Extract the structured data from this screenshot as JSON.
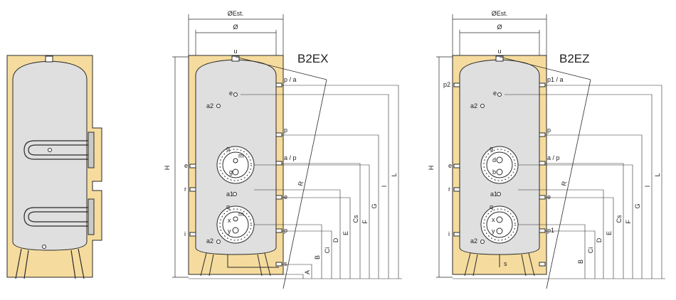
{
  "colors": {
    "insulation": "#f5dc9e",
    "tank": "#dfdfdf",
    "stroke": "#2a2a2a",
    "flange": "#c9c9c9"
  },
  "diagrams": {
    "b2ex": {
      "title": "B2EX",
      "dims_top": {
        "outer": "ØEst.",
        "inner": "Ø"
      },
      "labels": {
        "u": "u",
        "pa": "p / a",
        "e_top": "e",
        "a2": "a2",
        "p_mid": "p",
        "q1": "q",
        "m1": "m",
        "g1": "g",
        "ap": "a / p",
        "e_left": "e",
        "R": "R",
        "r": "r",
        "a1": "a1",
        "e_low": "e",
        "q2": "q",
        "m2": "m",
        "x": "x",
        "y": "y",
        "p_low": "p",
        "i": "i",
        "a2_low": "a2",
        "s": "s"
      },
      "dims": {
        "H": "H",
        "L": "L",
        "I": "I",
        "G": "G",
        "F": "F",
        "Cs": "Cs",
        "E": "E",
        "D": "D",
        "Ci": "Ci",
        "B": "B",
        "A": "A"
      }
    },
    "b2ez": {
      "title": "B2EZ",
      "dims_top": {
        "outer": "ØEst.",
        "inner": "Ø"
      },
      "labels": {
        "u": "u",
        "p2": "p2",
        "p1a": "p1 / a",
        "e_top": "e",
        "a2": "a2",
        "p_mid": "p",
        "q1": "q",
        "d": "d",
        "b": "b",
        "ap": "a / p",
        "e_left": "e",
        "R": "R",
        "r": "r",
        "a1": "a1",
        "e_low": "e",
        "q2": "q",
        "x": "x",
        "y": "y",
        "p1": "p1",
        "i": "i",
        "a2_low": "a2",
        "s": "s"
      },
      "dims": {
        "H": "H",
        "L": "L",
        "I": "I",
        "G": "G",
        "F": "F",
        "Cs": "Cs",
        "E": "E",
        "D": "D",
        "Ci": "Ci",
        "B": "B"
      }
    }
  }
}
